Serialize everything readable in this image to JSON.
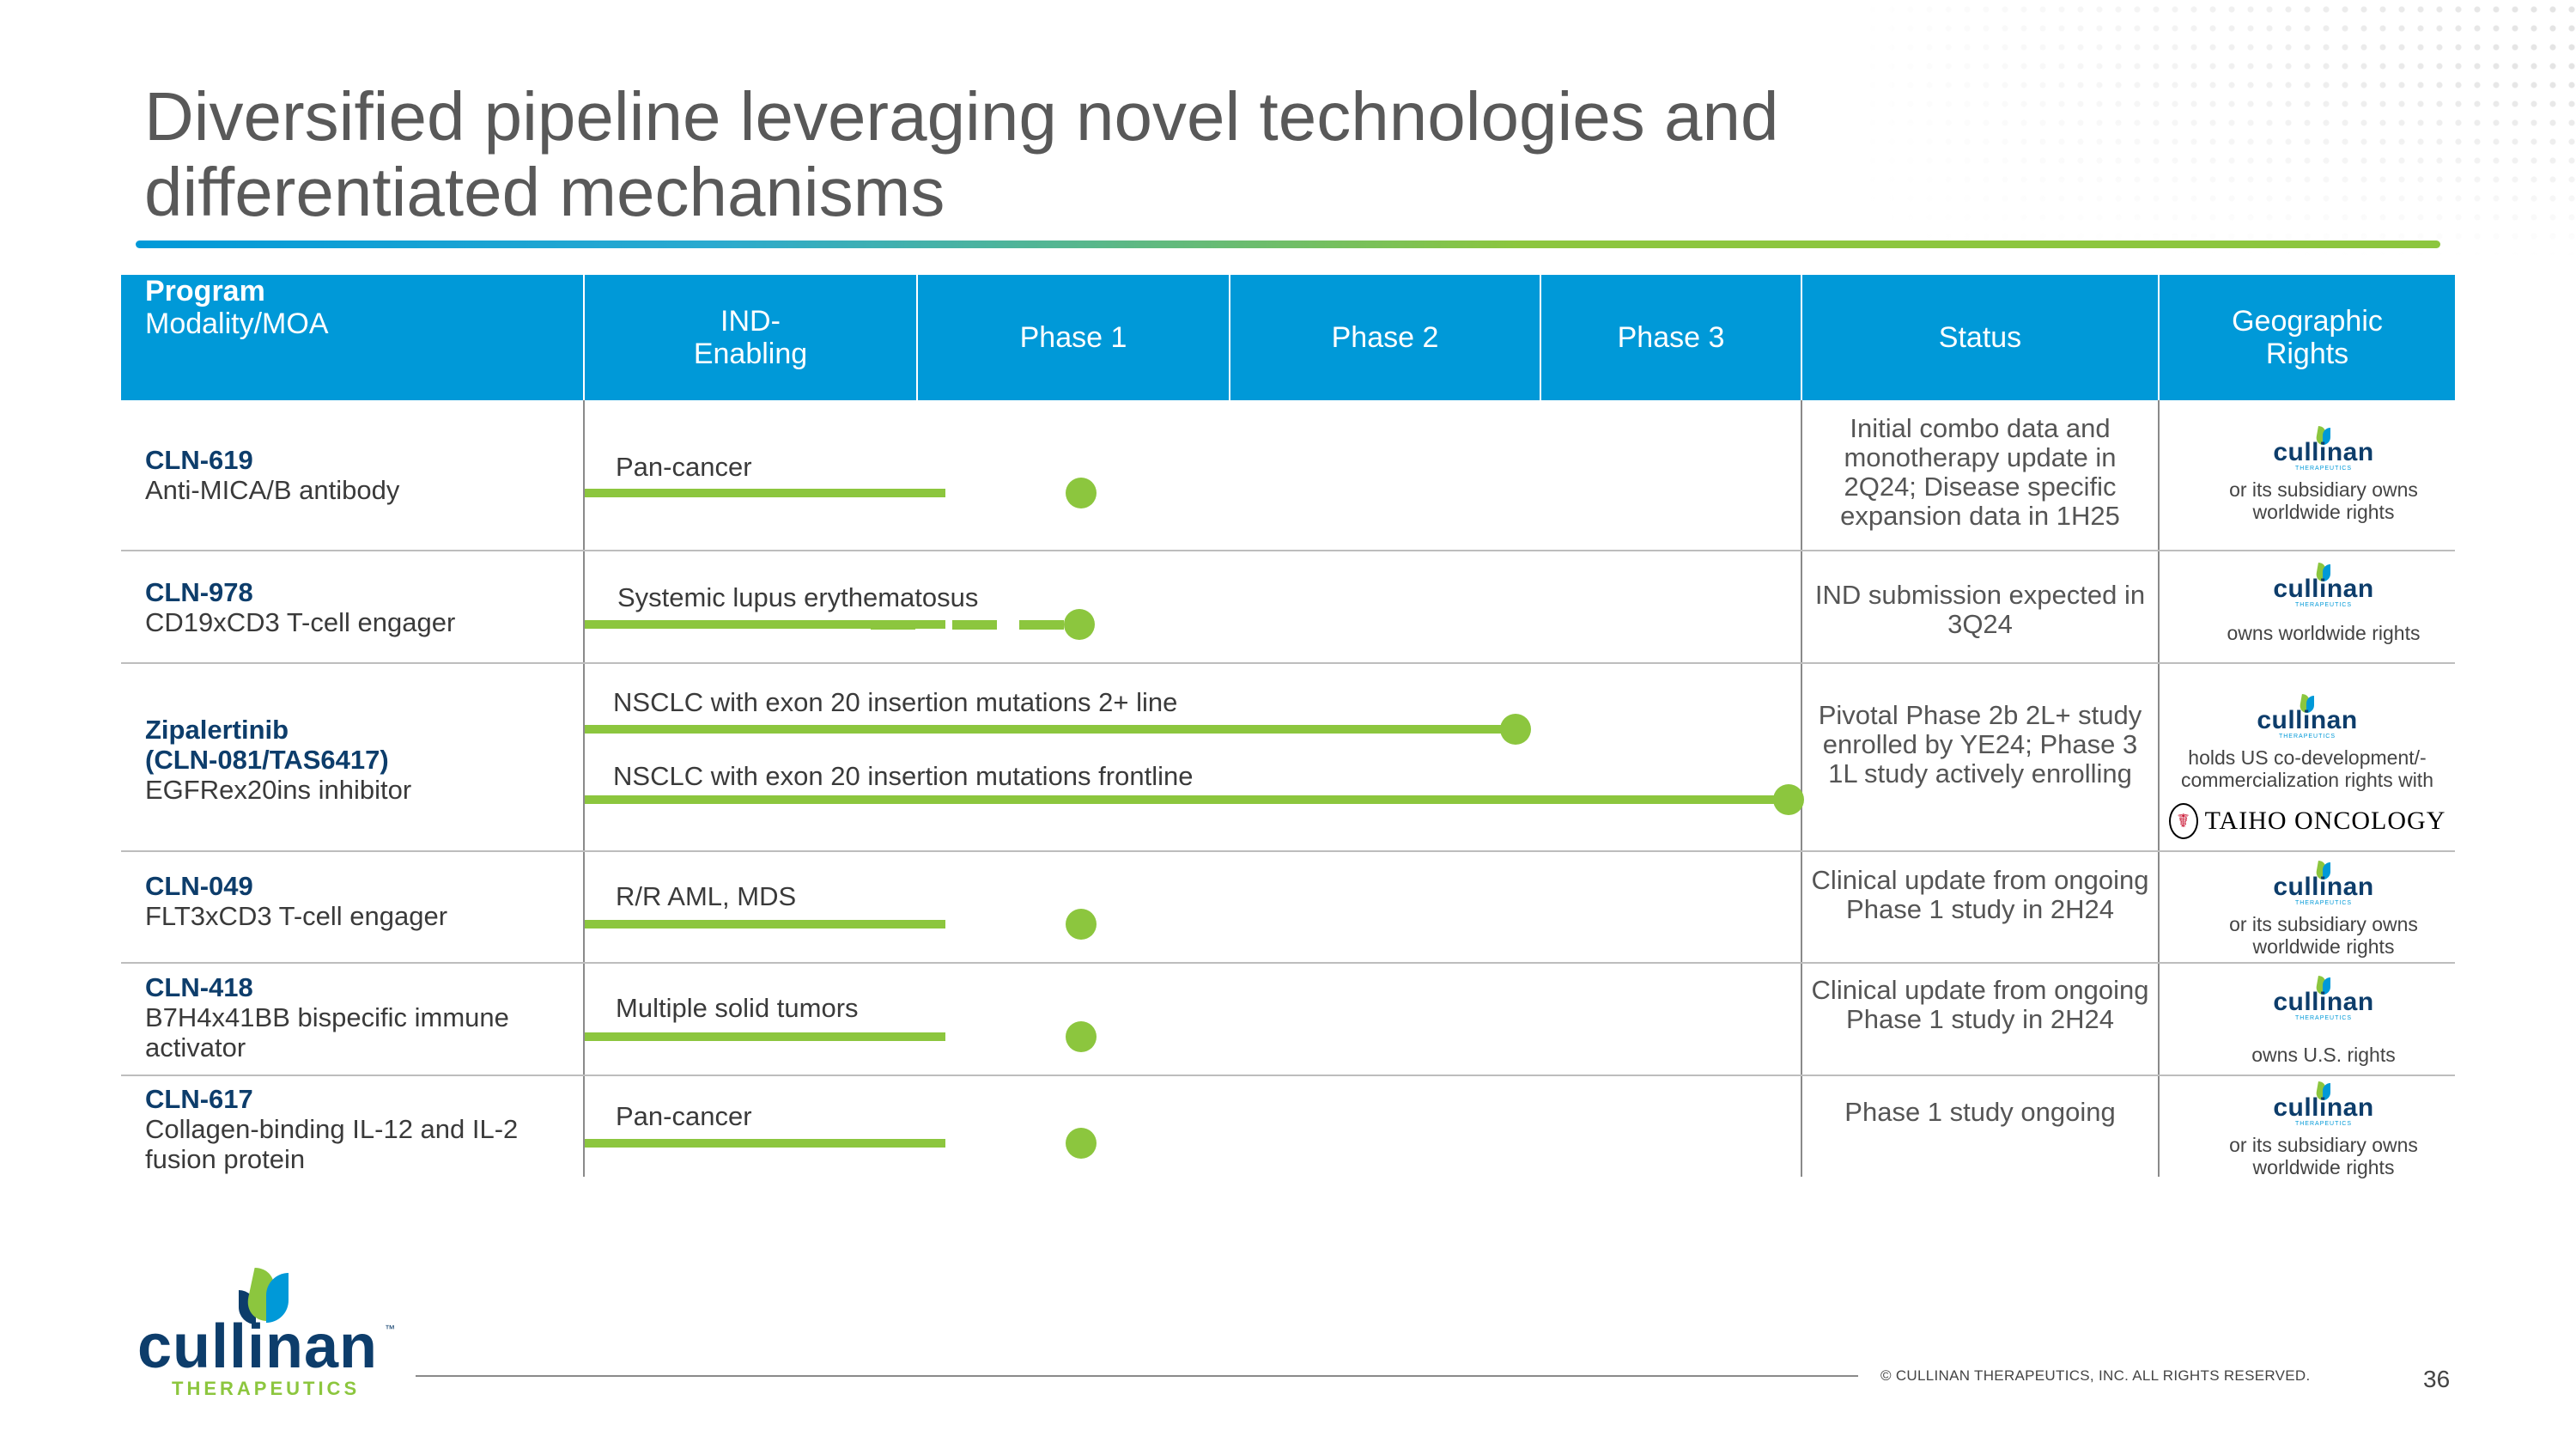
{
  "slide": {
    "title_line1": "Diversified pipeline leveraging novel technologies and",
    "title_line2": "differentiated mechanisms",
    "page_number": "36",
    "copyright": "© CULLINAN THERAPEUTICS, INC. ALL RIGHTS RESERVED."
  },
  "brand": {
    "logo_word": "cullinan",
    "logo_sub": "THERAPEUTICS",
    "tm": "™",
    "primary_color": "#0099d8",
    "navy_color": "#0d3d6b",
    "green_color": "#8cc63e"
  },
  "header": {
    "program": "Program",
    "modality": "Modality/MOA",
    "ind_enabling": "IND-\nEnabling",
    "phase1": "Phase 1",
    "phase2": "Phase 2",
    "phase3": "Phase 3",
    "status": "Status",
    "geo": "Geographic\nRights"
  },
  "rows": [
    {
      "program": "CLN-619",
      "modality": "Anti-MICA/B antibody",
      "indications": [
        {
          "label": "Pan-cancer",
          "stage": "Phase 1"
        }
      ],
      "status": "Initial combo data and monotherapy update in 2Q24; Disease specific expansion data in 1H25",
      "rights": "or its subsidiary owns worldwide rights"
    },
    {
      "program": "CLN-978",
      "modality": "CD19xCD3 T-cell engager",
      "indications": [
        {
          "label": "Systemic lupus erythematosus",
          "stage": "Phase 1 (planned)"
        }
      ],
      "status": "IND submission expected in 3Q24",
      "rights": "owns worldwide rights"
    },
    {
      "program": "Zipalertinib",
      "program2": "(CLN-081/TAS6417)",
      "modality": "EGFRex20ins inhibitor",
      "indications": [
        {
          "label": "NSCLC with exon 20 insertion mutations 2+ line",
          "stage": "Phase 2"
        },
        {
          "label": "NSCLC with exon 20 insertion mutations frontline",
          "stage": "Phase 3"
        }
      ],
      "status": "Pivotal Phase 2b 2L+ study enrolled by YE24; Phase 3 1L study actively enrolling",
      "rights": "holds US co-development/-commercialization rights with",
      "partner": "TAIHO ONCOLOGY"
    },
    {
      "program": "CLN-049",
      "modality": "FLT3xCD3 T-cell engager",
      "indications": [
        {
          "label": "R/R AML, MDS",
          "stage": "Phase 1"
        }
      ],
      "status": "Clinical update from ongoing Phase 1 study in 2H24",
      "rights": "or its subsidiary owns worldwide rights"
    },
    {
      "program": "CLN-418",
      "modality": "B7H4x41BB bispecific immune activator",
      "indications": [
        {
          "label": "Multiple solid tumors",
          "stage": "Phase 1"
        }
      ],
      "status": "Clinical update from ongoing Phase 1 study in 2H24",
      "rights": "owns U.S. rights"
    },
    {
      "program": "CLN-617",
      "modality": "Collagen-binding IL-12 and IL-2 fusion protein",
      "indications": [
        {
          "label": "Pan-cancer",
          "stage": "Phase 1"
        }
      ],
      "status": "Phase 1 study ongoing",
      "rights": "or its subsidiary owns worldwide rights"
    }
  ]
}
